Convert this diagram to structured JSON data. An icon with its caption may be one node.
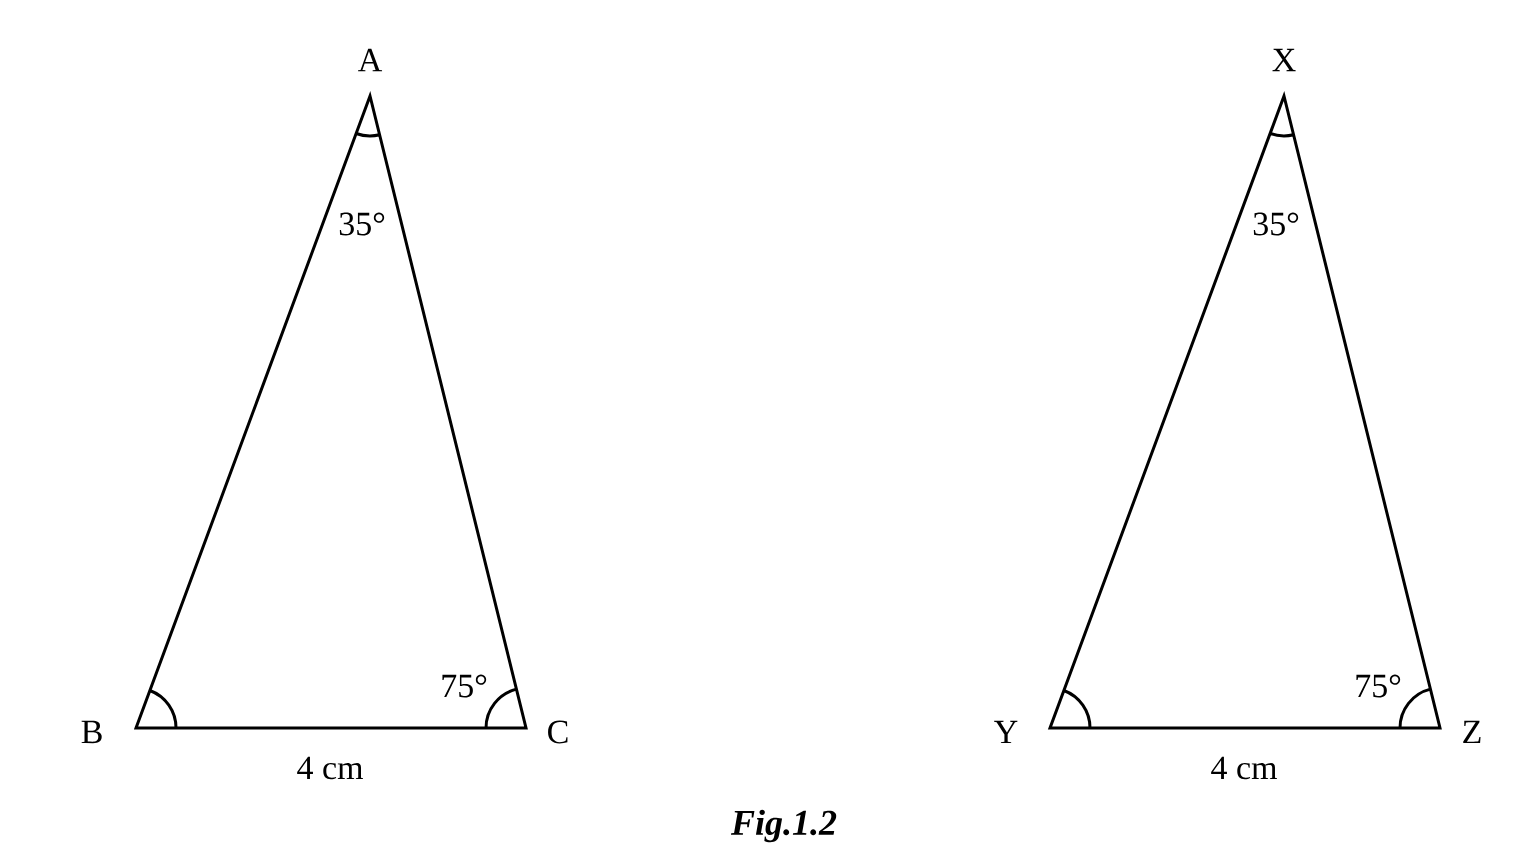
{
  "diagram": {
    "caption": "Fig.1.2",
    "labels": [
      "A",
      "35°",
      "75°",
      "B",
      "C",
      "4 cm",
      "X",
      "35°",
      "75°",
      "Y",
      "Z",
      "4 cm"
    ]
  }
}
